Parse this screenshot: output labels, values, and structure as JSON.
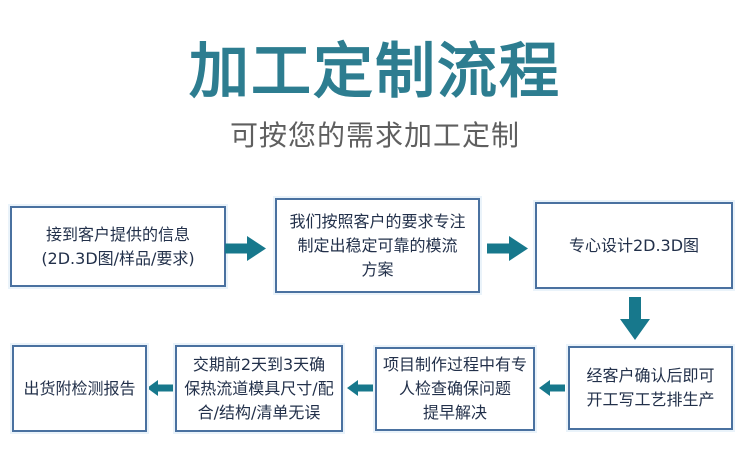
{
  "header": {
    "title": "加工定制流程",
    "subtitle": "可按您的需求加工定制"
  },
  "colors": {
    "accent": "#2d7d90",
    "arrow": "#17788c",
    "box_border": "#4a71a0",
    "box_text": "#22304a",
    "subtitle_text": "#5f5f5f"
  },
  "flow": {
    "steps": [
      {
        "id": 1,
        "text": "接到客户提供的信息\n(2D.3D图/样品/要求)"
      },
      {
        "id": 2,
        "text": "我们按照客户的要求专注\n制定出稳定可靠的模流\n方案"
      },
      {
        "id": 3,
        "text": "专心设计2D.3D图"
      },
      {
        "id": 4,
        "text": "经客户确认后即可\n开工写工艺排生产"
      },
      {
        "id": 5,
        "text": "项目制作过程中有专\n人检查确保问题\n提早解决"
      },
      {
        "id": 6,
        "text": "交期前2天到3天确\n保热流道模具尺寸/配\n合/结构/清单无误"
      },
      {
        "id": 7,
        "text": "出货附检测报告"
      }
    ],
    "arrow_directions": [
      "right",
      "right",
      "down",
      "left",
      "left",
      "left"
    ]
  }
}
